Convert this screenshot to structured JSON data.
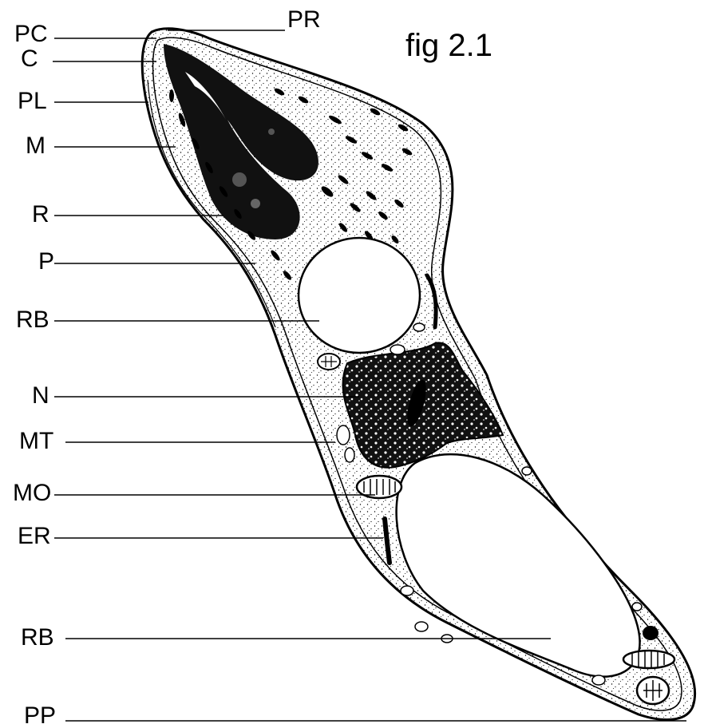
{
  "figure": {
    "title": "fig 2.1"
  },
  "labels": {
    "PC": "PC",
    "C": "C",
    "PL": "PL",
    "M": "M",
    "R": "R",
    "P": "P",
    "RB_upper": "RB",
    "N": "N",
    "MT": "MT",
    "MO": "MO",
    "ER": "ER",
    "RB_lower": "RB",
    "PP": "PP",
    "PR": "PR"
  }
}
